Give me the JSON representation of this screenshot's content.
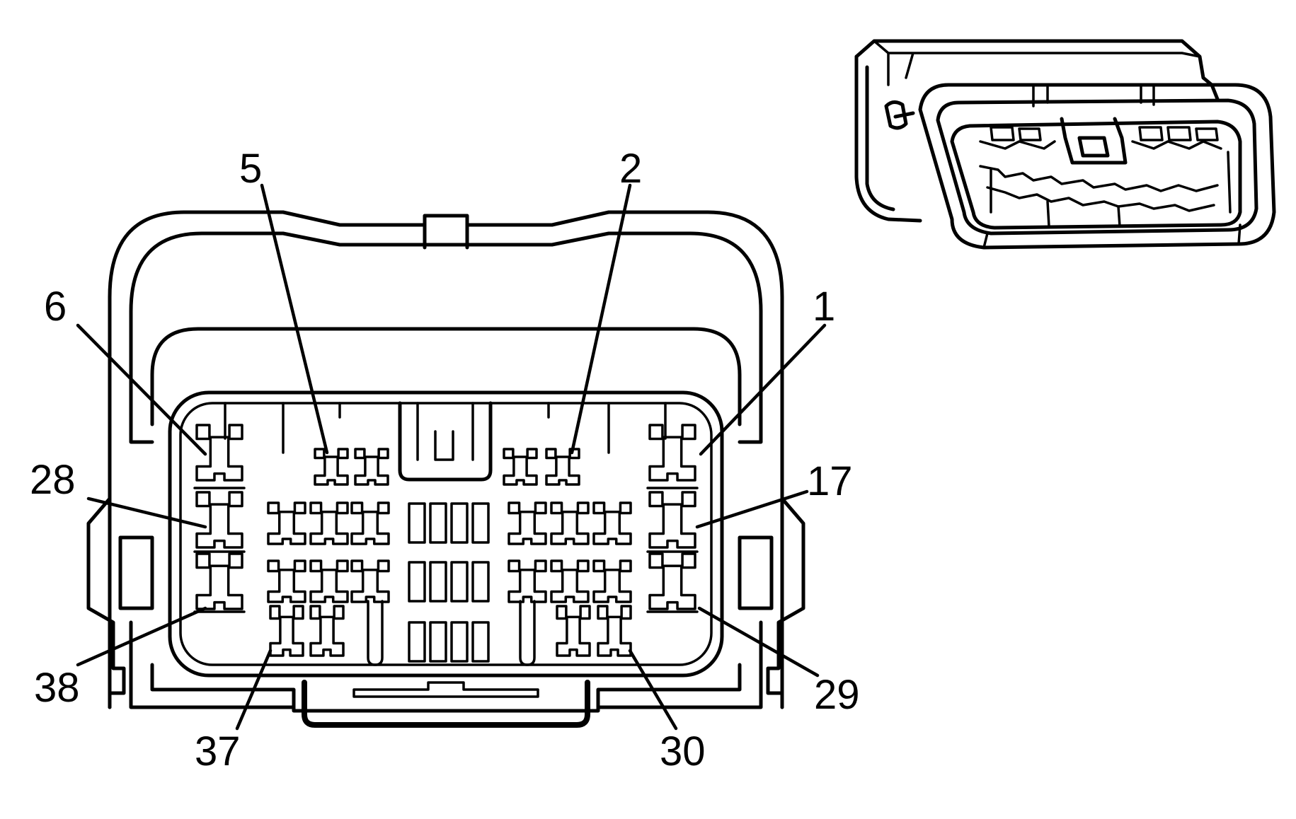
{
  "connector": {
    "pin_labels": [
      {
        "id": "pin-5",
        "text": "5"
      },
      {
        "id": "pin-2",
        "text": "2"
      },
      {
        "id": "pin-6",
        "text": "6"
      },
      {
        "id": "pin-1",
        "text": "1"
      },
      {
        "id": "pin-28",
        "text": "28"
      },
      {
        "id": "pin-17",
        "text": "17"
      },
      {
        "id": "pin-38",
        "text": "38"
      },
      {
        "id": "pin-29",
        "text": "29"
      },
      {
        "id": "pin-37",
        "text": "37"
      },
      {
        "id": "pin-30",
        "text": "30"
      }
    ],
    "line_color": "#000000",
    "background_color": "#ffffff"
  }
}
